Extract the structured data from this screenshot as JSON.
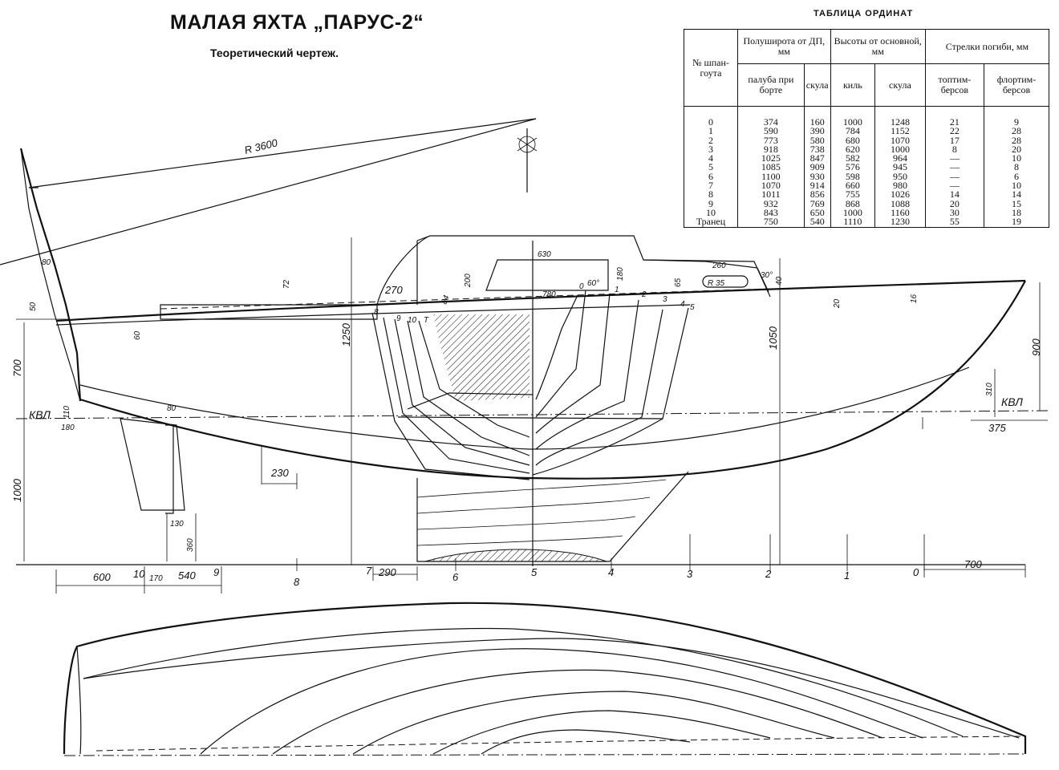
{
  "title": "МАЛАЯ ЯХТА „ПАРУС-2“",
  "subtitle": "Теоретический чертеж.",
  "table": {
    "caption": "ТАБЛИЦА ОРДИНАТ",
    "col_frame": "№ шпан-гоута",
    "group_half": "Полуширота от ДП, мм",
    "group_height": "Высоты от основной, мм",
    "group_sag": "Стрелки погиби, мм",
    "sub_deck": "палуба при борте",
    "sub_chine": "скула",
    "sub_keel": "киль",
    "sub_chine2": "скула",
    "sub_topt": "топтим-берсов",
    "sub_flort": "флортим-берсов",
    "rows": [
      [
        "0",
        "374",
        "160",
        "1000",
        "1248",
        "21",
        "9"
      ],
      [
        "1",
        "590",
        "390",
        "784",
        "1152",
        "22",
        "28"
      ],
      [
        "2",
        "773",
        "580",
        "680",
        "1070",
        "17",
        "28"
      ],
      [
        "3",
        "918",
        "738",
        "620",
        "1000",
        "8",
        "20"
      ],
      [
        "4",
        "1025",
        "847",
        "582",
        "964",
        "—",
        "10"
      ],
      [
        "5",
        "1085",
        "909",
        "576",
        "945",
        "—",
        "8"
      ],
      [
        "6",
        "1100",
        "930",
        "598",
        "950",
        "—",
        "6"
      ],
      [
        "7",
        "1070",
        "914",
        "660",
        "980",
        "—",
        "10"
      ],
      [
        "8",
        "1011",
        "856",
        "755",
        "1026",
        "14",
        "14"
      ],
      [
        "9",
        "932",
        "769",
        "868",
        "1088",
        "20",
        "15"
      ],
      [
        "10",
        "843",
        "650",
        "1000",
        "1160",
        "30",
        "18"
      ],
      [
        "Транец",
        "750",
        "540",
        "1110",
        "1230",
        "55",
        "19"
      ]
    ]
  },
  "dims": {
    "r3600": "R 3600",
    "d80a": "80",
    "d50": "50",
    "d700l": "700",
    "kvl_l": "КВЛ",
    "d180": "180",
    "d110": "110",
    "d60": "60",
    "d72": "72",
    "d270": "270",
    "d84": "84",
    "d630": "630",
    "d200": "200",
    "d180b": "180",
    "d60deg": "60°",
    "d780": "780",
    "d260": "260",
    "dr35": "R 35",
    "d30deg": "30°",
    "d40": "40",
    "d65": "65",
    "d1250": "1250",
    "d1050": "1050",
    "d20": "20",
    "d16": "16",
    "d900": "900",
    "d310": "310",
    "kvl_r": "КВЛ",
    "d375": "375",
    "d80b": "80",
    "d230": "230",
    "d1000": "1000",
    "d130": "130",
    "d360": "360",
    "d600": "600",
    "d170": "170",
    "d540": "540",
    "d290": "290",
    "d700r": "700"
  },
  "stations": {
    "s10": "10",
    "s9": "9",
    "s8": "8",
    "s7": "7",
    "s6": "6",
    "s5": "5",
    "s4": "4",
    "s3": "3",
    "s2": "2",
    "s1": "1",
    "s0": "0"
  },
  "body_labels": {
    "b8": "8",
    "b9": "9",
    "b10": "10",
    "bT": "Т",
    "b0": "0",
    "b1": "1",
    "b2": "2",
    "b3": "3",
    "b4": "4",
    "b5": "5"
  }
}
